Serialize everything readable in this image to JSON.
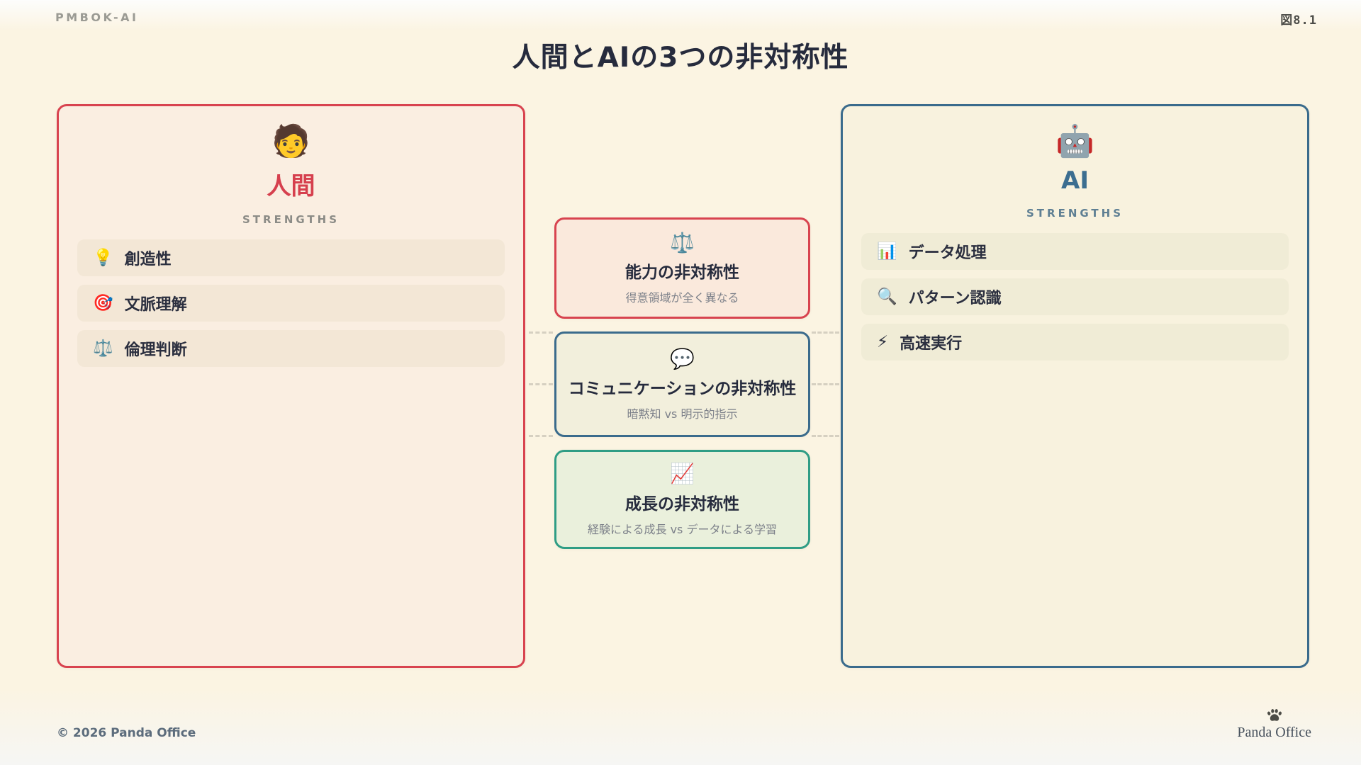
{
  "header": {
    "brand": "PMBOK-AI",
    "figure_label": "図8.1"
  },
  "title": "人間とAIの3つの非対称性",
  "left_panel": {
    "icon": "🧑",
    "icon_name": "person-icon",
    "name": "人間",
    "section_label": "STRENGTHS",
    "accent_color": "#d6404e",
    "items": [
      {
        "icon": "💡",
        "label": "創造性"
      },
      {
        "icon": "🎯",
        "label": "文脈理解"
      },
      {
        "icon": "⚖️",
        "label": "倫理判断"
      }
    ]
  },
  "right_panel": {
    "icon": "🤖",
    "icon_name": "robot-icon",
    "name": "AI",
    "section_label": "STRENGTHS",
    "accent_color": "#3c6e90",
    "items": [
      {
        "icon": "📊",
        "label": "データ処理"
      },
      {
        "icon": "🔍",
        "label": "パターン認識"
      },
      {
        "icon": "⚡",
        "label": "高速実行"
      }
    ]
  },
  "asymmetries": [
    {
      "icon": "⚖️",
      "title": "能力の非対称性",
      "subtitle": "得意領域が全く異なる",
      "accent_color": "#d8434f"
    },
    {
      "icon": "💬",
      "title": "コミュニケーションの非対称性",
      "subtitle": "暗黙知 vs 明示的指示",
      "accent_color": "#3a6b8c"
    },
    {
      "icon": "📈",
      "title": "成長の非対称性",
      "subtitle": "経験による成長 vs データによる学習",
      "accent_color": "#2f9d85"
    }
  ],
  "footer": {
    "copyright": "© 2026 Panda Office",
    "logo_text": "Panda Office"
  },
  "colors": {
    "page_background": "#fbf4e2",
    "human_panel_bg": "#faeee1",
    "ai_panel_bg": "#f8f2de",
    "human_accent": "#d6404e",
    "ai_accent": "#3c6e90",
    "growth_accent": "#2f9d85",
    "title_text": "#262b3d",
    "connector": "#d6d0c1"
  }
}
